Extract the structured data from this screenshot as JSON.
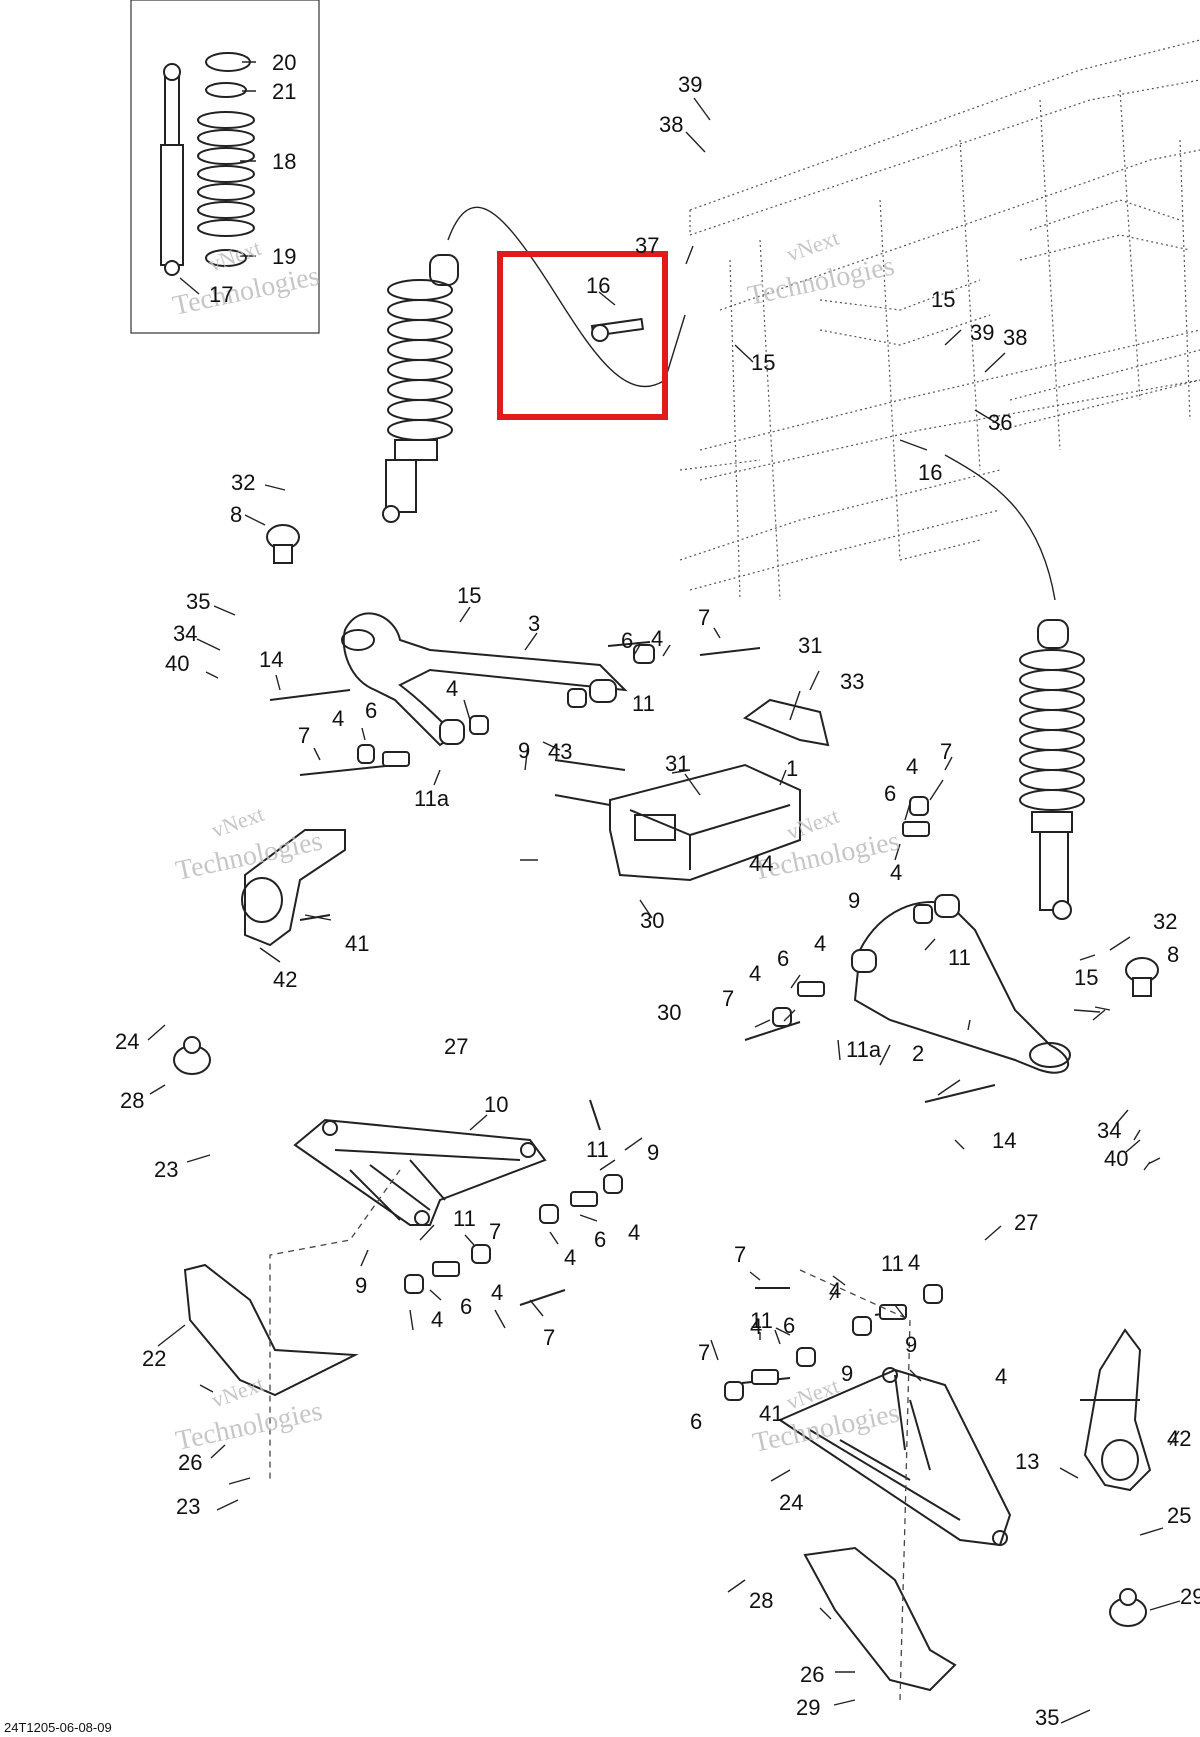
{
  "diagram_code": "24T1205-06-08-09",
  "watermark": {
    "line1": "vNext",
    "line2": "Technologies"
  },
  "highlight": {
    "part": "16",
    "color": "#e01b1b"
  },
  "callouts": [
    "20",
    "21",
    "18",
    "19",
    "17",
    "39",
    "38",
    "37",
    "16",
    "15",
    "39",
    "38",
    "15",
    "36",
    "16",
    "32",
    "8",
    "35",
    "34",
    "40",
    "15",
    "3",
    "14",
    "6",
    "4",
    "7",
    "31",
    "33",
    "4",
    "11",
    "7",
    "4",
    "6",
    "9",
    "43",
    "31",
    "1",
    "11a",
    "4",
    "7",
    "6",
    "44",
    "30",
    "41",
    "42",
    "9",
    "4",
    "32",
    "8",
    "11",
    "4",
    "6",
    "15",
    "4",
    "30",
    "7",
    "11a",
    "2",
    "14",
    "24",
    "27",
    "28",
    "10",
    "11",
    "9",
    "23",
    "11",
    "7",
    "4",
    "6",
    "4",
    "9",
    "4",
    "6",
    "4",
    "7",
    "22",
    "27",
    "7",
    "11",
    "4",
    "4",
    "11",
    "4",
    "6",
    "9",
    "4",
    "7",
    "9",
    "6",
    "41",
    "42",
    "13",
    "24",
    "25",
    "28",
    "29",
    "26",
    "29",
    "26",
    "23",
    "35",
    "34",
    "40"
  ]
}
